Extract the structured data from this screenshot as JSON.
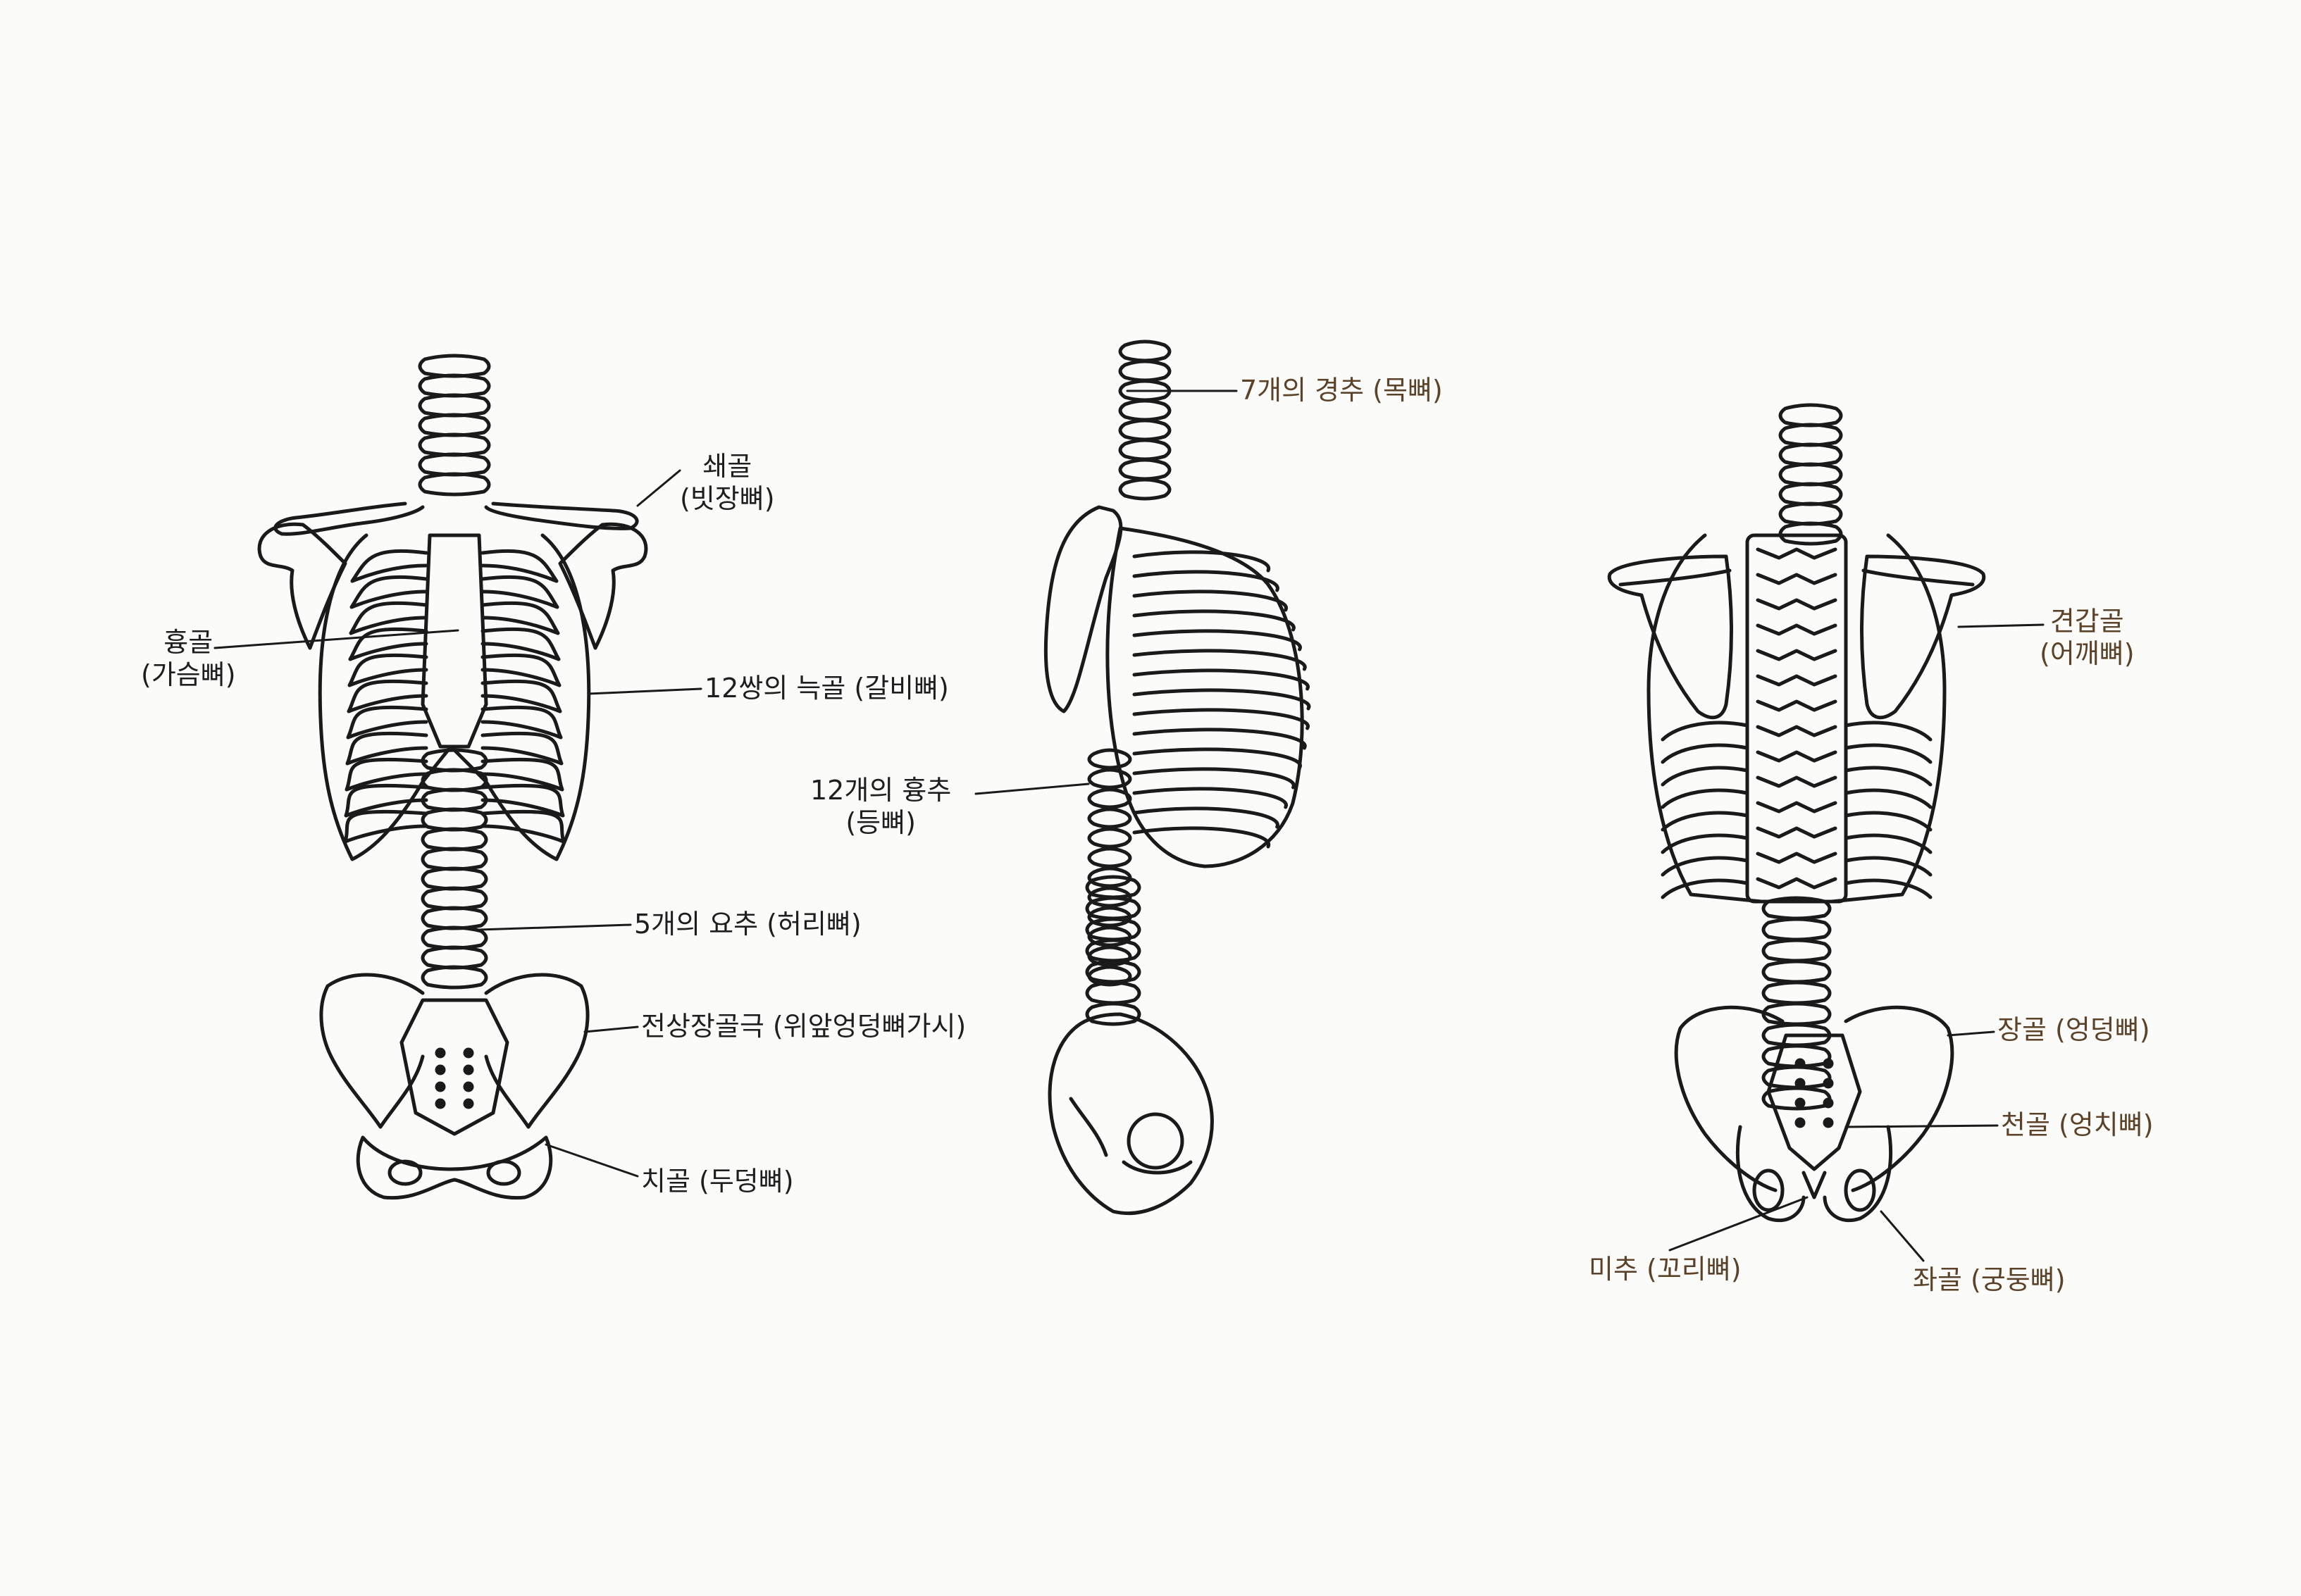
{
  "colors": {
    "paper": "#fbfbf9",
    "ink": "#1a1a1a",
    "label_front": "#1e1e1e",
    "label_brown": "#5b4228"
  },
  "figures": {
    "front": {
      "clavicle": [
        "쇄골",
        "(빗장뼈)"
      ],
      "sternum": [
        "흉골",
        "(가슴뼈)"
      ],
      "ribs": "12쌍의 늑골 (갈비뼈)",
      "lumbar": "5개의 요추 (허리뼈)",
      "asis": "전상장골극 (위앞엉덩뼈가시)",
      "pubis": "치골 (두덩뼈)"
    },
    "side": {
      "cervical": "7개의 경추 (목뼈)",
      "thoracic": [
        "12개의 흉추",
        "(등뼈)"
      ]
    },
    "back": {
      "scapula": [
        "견갑골",
        "(어깨뼈)"
      ],
      "ilium": "장골 (엉덩뼈)",
      "sacrum": "천골 (엉치뼈)",
      "coccyx": "미추 (꼬리뼈)",
      "ischium": "좌골 (궁둥뼈)"
    }
  }
}
